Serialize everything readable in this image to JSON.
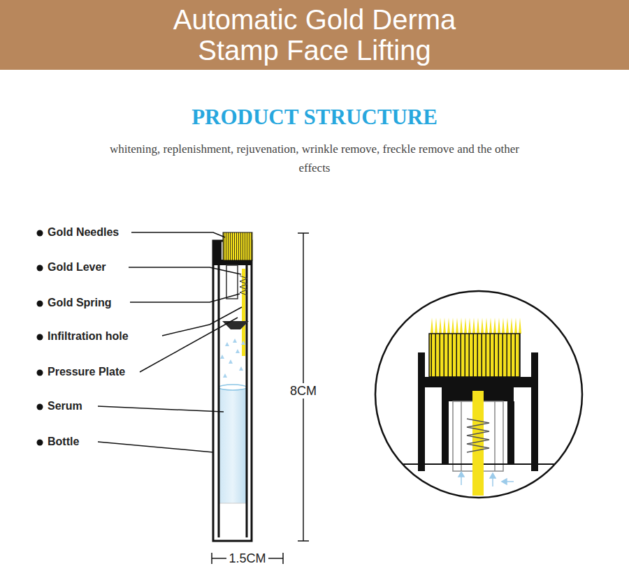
{
  "diagram": {
    "title": "Automatic Gold Derma Stamp Face Lifting",
    "labels": [
      "PRODUCT STRUCTURE",
      "whitening, replenishment, rejuvenation, wrinkle remove, freckle remove and the other effects",
      "Gold Needles",
      "Gold Lever",
      "Gold Spring",
      "Infiltration hole",
      "Pressure Plate",
      "Serum",
      "Bottle",
      "8CM",
      "1.5CM"
    ]
  }
}
